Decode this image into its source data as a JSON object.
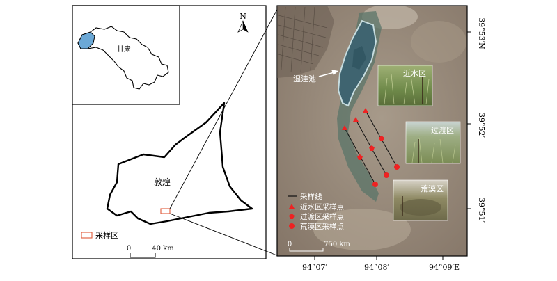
{
  "inset": {
    "north_letter": "N",
    "province_label": "甘肃"
  },
  "overview": {
    "county_label": "敦煌",
    "legend_label": "采样区",
    "scalebar": {
      "zero": "0",
      "dist": "40 km"
    }
  },
  "satellite": {
    "lake_label": "湿洼池",
    "zones": {
      "near_water": "近水区",
      "transition": "过渡区",
      "desert": "荒漠区"
    },
    "legend": {
      "line": "采样线",
      "near_points": "近水区采样点",
      "transition_points": "过渡区采样点",
      "desert_points": "荒漠区采样点"
    },
    "scalebar": {
      "zero": "0",
      "dist": "750 km"
    },
    "lat_ticks": [
      "39°53′N",
      "39°52′",
      "39°51′"
    ],
    "lon_ticks": [
      "94°07′",
      "94°08′",
      "94°09′E"
    ]
  },
  "colors": {
    "lake_fill": "#6ba8d6",
    "marker_red": "#ee2222",
    "sample_box": "#e05a3a"
  },
  "icons": [
    "north-arrow-icon",
    "triangle-marker-icon",
    "pentagon-marker-icon",
    "circle-marker-icon"
  ]
}
